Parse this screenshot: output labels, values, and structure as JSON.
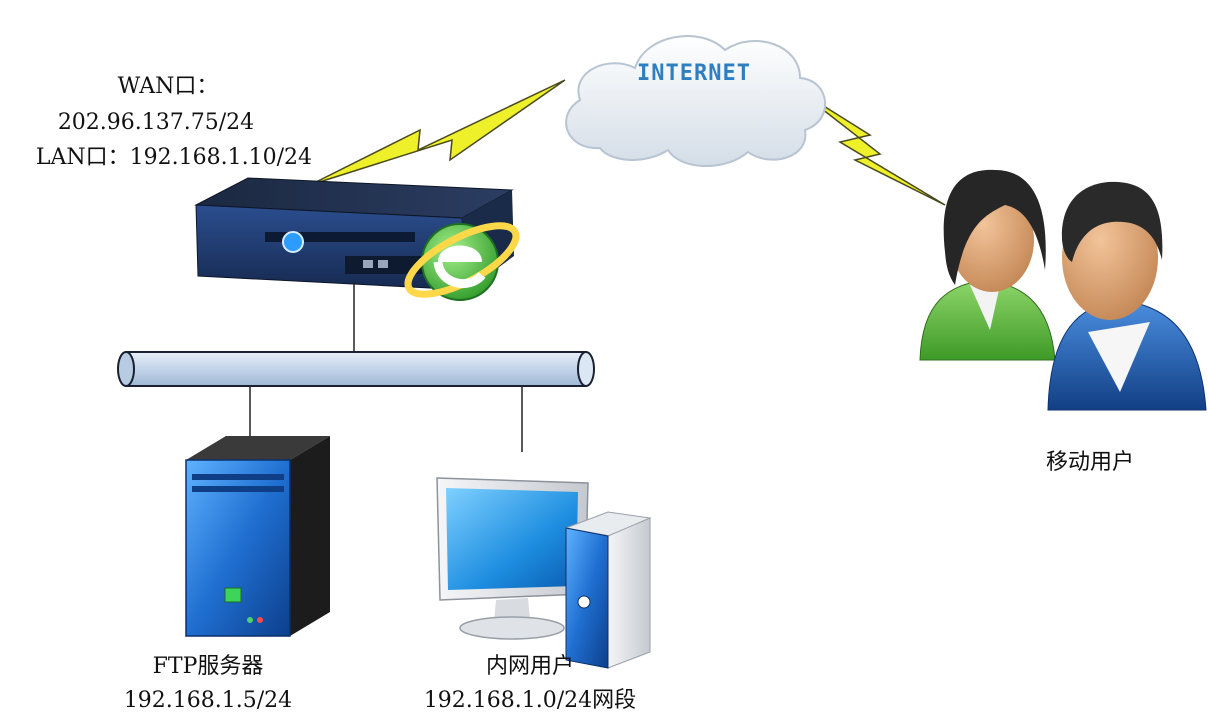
{
  "internet": {
    "label": "INTERNET"
  },
  "gateway": {
    "wan_label": "WAN口：",
    "wan_ip": "202.96.137.75/24",
    "lan_label": "LAN口：192.168.1.10/24"
  },
  "ftp_server": {
    "title": "FTP服务器",
    "ip": "192.168.1.5/24"
  },
  "intranet_user": {
    "title": "内网用户",
    "subnet": "192.168.1.0/24网段"
  },
  "mobile_users": {
    "title": "移动用户"
  },
  "colors": {
    "lightning": "#eef02a",
    "bus": "#c9dcef",
    "device_blue": "#1f6fd1",
    "cloud": "#eef3f8",
    "female_shirt": "#57b33a",
    "male_shirt": "#1d63b8"
  },
  "icons": [
    "cloud-icon",
    "gateway-device-icon",
    "ie-logo-icon",
    "server-tower-icon",
    "desktop-computer-icon",
    "users-icon",
    "lightning-icon"
  ]
}
